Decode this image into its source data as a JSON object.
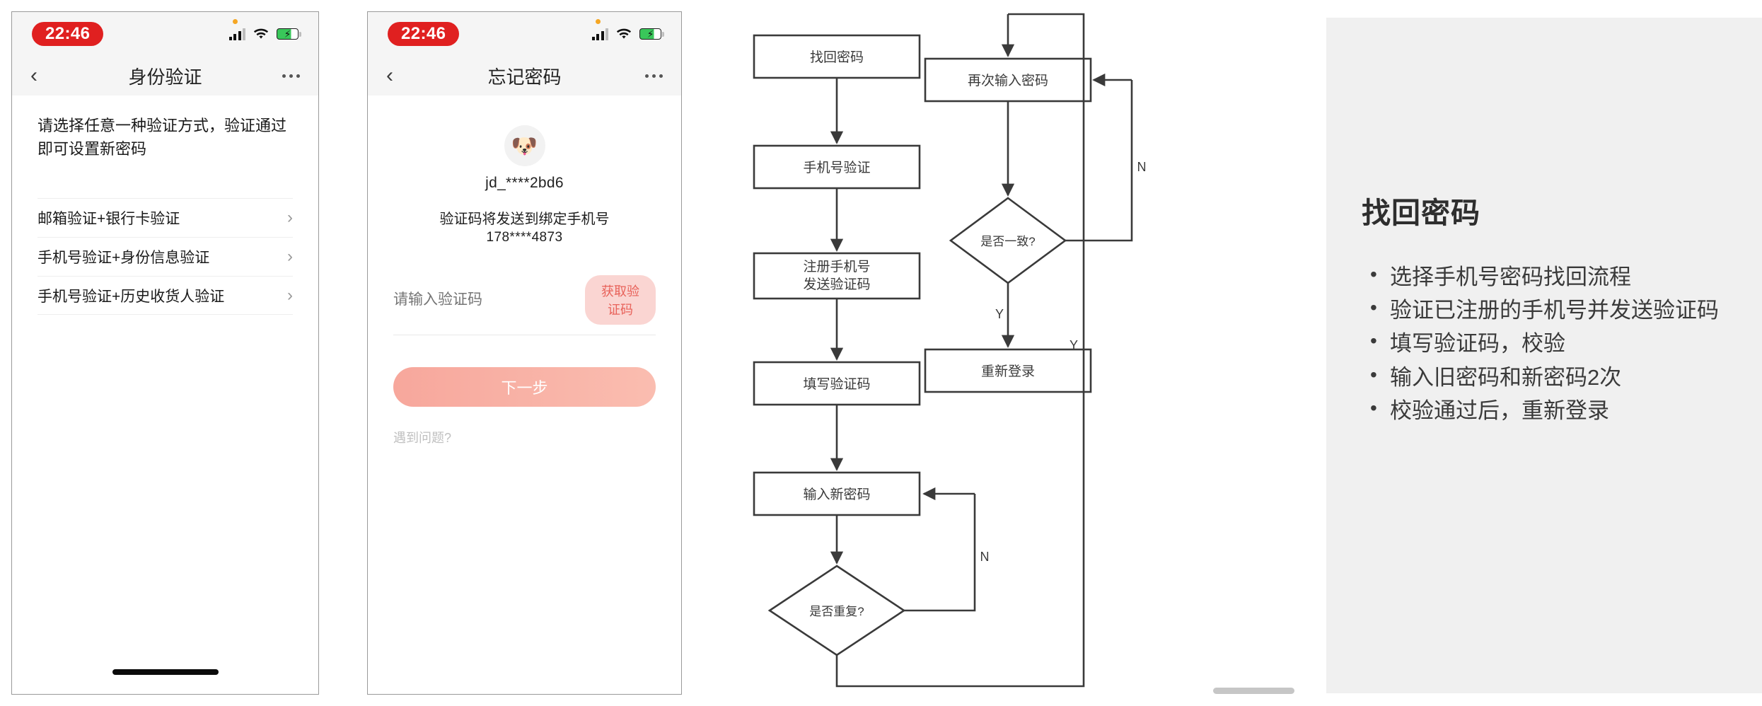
{
  "phone1": {
    "statusbar": {
      "time": "22:46",
      "signal_icon": "signal-bars-icon",
      "wifi_icon": "wifi-icon",
      "battery_icon": "battery-charging-icon"
    },
    "navbar": {
      "back_icon": "chevron-left-icon",
      "title": "身份验证",
      "more_icon": "more-dots-icon"
    },
    "hint": "请选择任意一种验证方式，验证通过即可设置新密码",
    "options": [
      {
        "label": "邮箱验证+银行卡验证",
        "chevron": "›"
      },
      {
        "label": "手机号验证+身份信息验证",
        "chevron": "›"
      },
      {
        "label": "手机号验证+历史收货人验证",
        "chevron": "›"
      }
    ]
  },
  "phone2": {
    "statusbar": {
      "time": "22:46",
      "signal_icon": "signal-bars-icon",
      "wifi_icon": "wifi-icon",
      "battery_icon": "battery-charging-icon"
    },
    "navbar": {
      "back_icon": "chevron-left-icon",
      "title": "忘记密码",
      "more_icon": "more-dots-icon"
    },
    "avatar_icon": "user-avatar-dog-icon",
    "username": "jd_****2bd6",
    "send_notice": "验证码将发送到绑定手机号",
    "phone_masked": "178****4873",
    "code_placeholder": "请输入验证码",
    "code_value": "",
    "get_code_label": "获取验证码",
    "next_label": "下一步",
    "trouble_label": "遇到问题?"
  },
  "flowchart": {
    "nodes": {
      "n1": "找回密码",
      "n2": "手机号验证",
      "n3_line1": "注册手机号",
      "n3_line2": "发送验证码",
      "n4": "填写验证码",
      "n5": "输入新密码",
      "d1": "是否重复?",
      "n6": "再次输入密码",
      "d2": "是否一致?",
      "n7": "重新登录"
    },
    "edge_labels": {
      "dup_no": "N",
      "dup_yes": "Y",
      "match_no": "N",
      "match_yes": "Y"
    }
  },
  "summary": {
    "title": "找回密码",
    "bullets": [
      "选择手机号密码找回流程",
      "验证已注册的手机号并发送验证码",
      "填写验证码，校验",
      "输入旧密码和新密码2次",
      "校验通过后，重新登录"
    ]
  }
}
